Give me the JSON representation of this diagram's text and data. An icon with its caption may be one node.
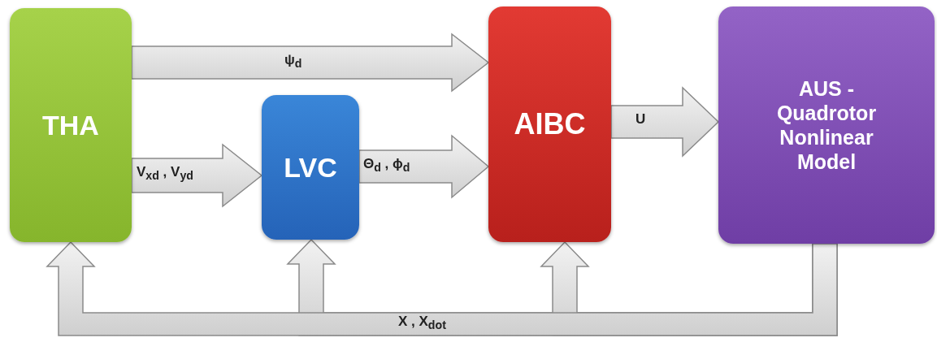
{
  "diagram": {
    "nodes": [
      {
        "text": [
          "THA"
        ]
      },
      {
        "text": [
          "LVC"
        ]
      },
      {
        "text": [
          "AIBC"
        ]
      },
      {
        "text": [
          "AUS - Quadrotor Nonlinear Model"
        ]
      }
    ],
    "edges": [
      {
        "from": 0,
        "to": 2,
        "arrow": "to",
        "label": "ψ$_{d}$"
      },
      {
        "from": 0,
        "to": 1,
        "arrow": "to",
        "label": "V$_{xd}$ , V$_{yd}$"
      },
      {
        "from": 1,
        "to": 2,
        "arrow": "to",
        "label": "Θ$_{d}$  , ϕ$_{d}$"
      },
      {
        "from": 2,
        "to": 3,
        "arrow": "to",
        "label": "U"
      },
      {
        "from": 3,
        "to": 0,
        "arrow": "to",
        "label": "X , X$_{dot}$"
      },
      {
        "from": 3,
        "to": 1,
        "arrow": "to"
      },
      {
        "from": 3,
        "to": 2,
        "arrow": "to"
      }
    ]
  }
}
